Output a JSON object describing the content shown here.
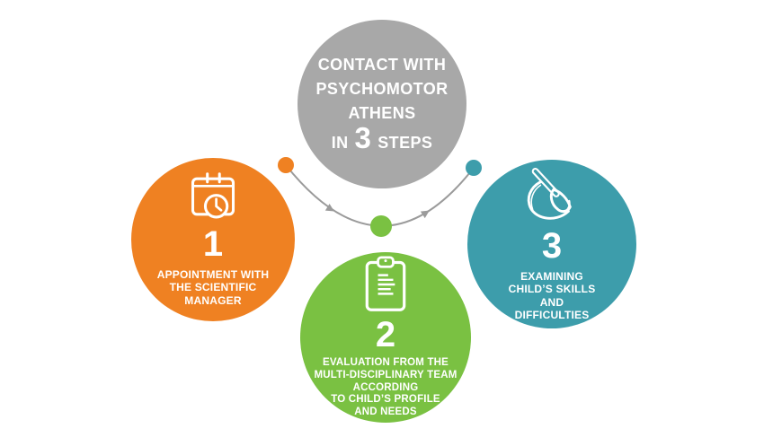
{
  "title_circle": {
    "lines": [
      "CONTACT WITH",
      "PSYCHOMOTOR",
      "ATHENS"
    ],
    "steps_prefix": "IN",
    "steps_count": "3",
    "steps_suffix": "STEPS"
  },
  "steps": [
    {
      "number": "1",
      "icon": "calendar-clock-icon",
      "label_lines": [
        "APPOINTMENT WITH",
        "THE SCIENTIFIC",
        "MANAGER"
      ],
      "color": "#EF8122"
    },
    {
      "number": "2",
      "icon": "clipboard-icon",
      "label_lines": [
        "EVALUATION FROM THE",
        "MULTI-DISCIPLINARY TEAM",
        "ACCORDING",
        "TO CHILD’S PROFILE",
        "AND NEEDS"
      ],
      "color": "#7AC142"
    },
    {
      "number": "3",
      "icon": "paintbrush-icon",
      "label_lines": [
        "EXAMINING",
        "CHILD’S SKILLS",
        "AND",
        "DIFFICULTIES"
      ],
      "color": "#3D9DAB"
    }
  ],
  "colors": {
    "title_circle": "#A8A8A8",
    "connector": "#9B9B9B",
    "background": "#FFFFFF",
    "text": "#FFFFFF"
  }
}
